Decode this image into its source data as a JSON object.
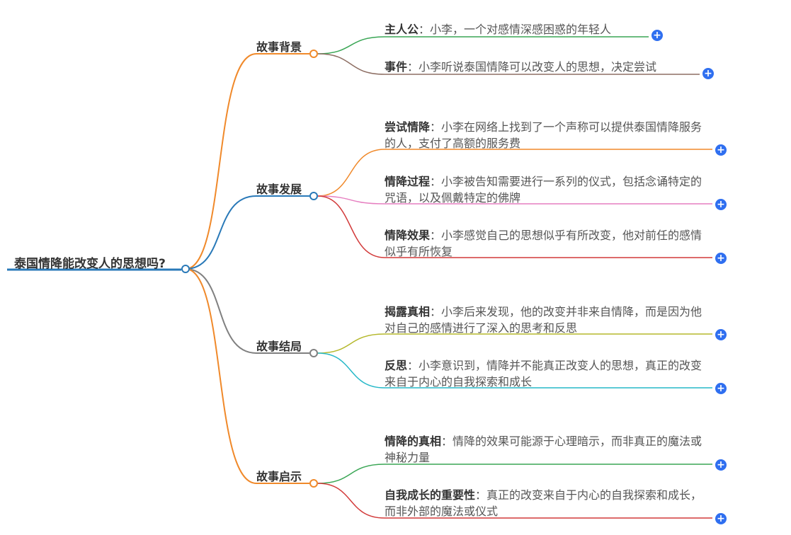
{
  "root": {
    "title": "泰国情降能改变人的思想吗?"
  },
  "branches": [
    {
      "label": "故事背景",
      "color": "#f0892a",
      "leaves": [
        {
          "term": "主人公",
          "text": "小李，一个对感情深感困惑的年轻人",
          "color": "#3aa655"
        },
        {
          "term": "事件",
          "text": "小李听说泰国情降可以改变人的思想，决定尝试",
          "color": "#8d6e63"
        }
      ]
    },
    {
      "label": "故事发展",
      "color": "#2979b8",
      "leaves": [
        {
          "term": "尝试情降",
          "text": "小李在网络上找到了一个声称可以提供泰国情降服务的人，支付了高额的服务费",
          "color": "#f0892a"
        },
        {
          "term": "情降过程",
          "text": "小李被告知需要进行一系列的仪式，包括念诵特定的咒语，以及佩戴特定的佛牌",
          "color": "#e67fc0"
        },
        {
          "term": "情降效果",
          "text": "小李感觉自己的思想似乎有所改变，他对前任的感情似乎有所恢复",
          "color": "#d23a3a"
        }
      ]
    },
    {
      "label": "故事结局",
      "color": "#808080",
      "leaves": [
        {
          "term": "揭露真相",
          "text": "小李后来发现，他的改变并非来自情降，而是因为他对自己的感情进行了深入的思考和反思",
          "color": "#b5b82c"
        },
        {
          "term": "反思",
          "text": "小李意识到，情降并不能真正改变人的思想，真正的改变来自于内心的自我探索和成长",
          "color": "#26b8c8"
        }
      ]
    },
    {
      "label": "故事启示",
      "color": "#f0892a",
      "leaves": [
        {
          "term": "情降的真相",
          "text": "情降的效果可能源于心理暗示，而非真正的魔法或神秘力量",
          "color": "#3aa655"
        },
        {
          "term": "自我成长的重要性",
          "text": "真正的改变来自于内心的自我探索和成长，而非外部的魔法或仪式",
          "color": "#d23a3a"
        }
      ]
    }
  ],
  "expand_symbol": "+",
  "colors": {
    "expand_button": "#2f6ff0",
    "root_line": "#2979b8"
  }
}
